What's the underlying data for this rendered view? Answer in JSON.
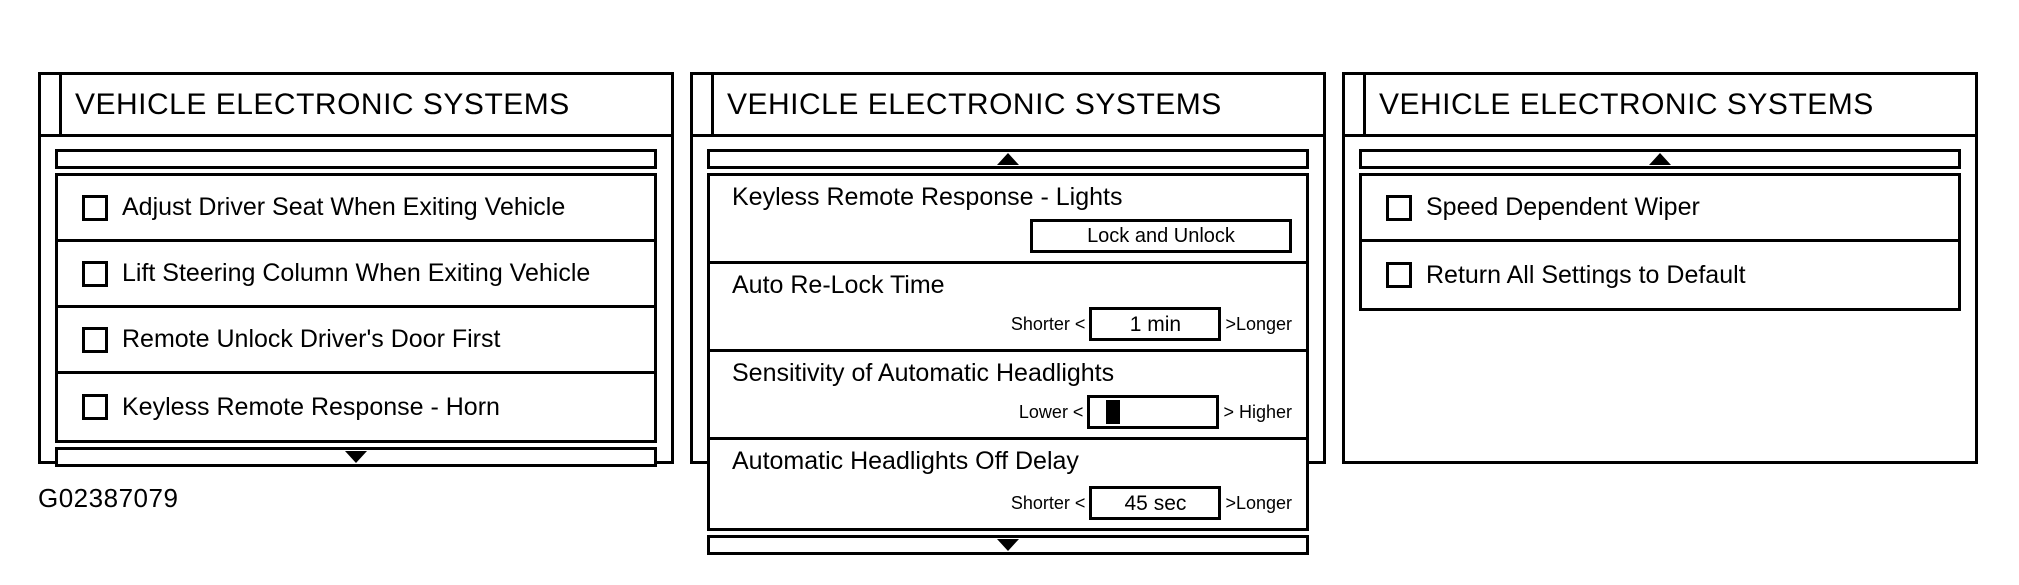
{
  "caption": "G02387079",
  "panels": [
    {
      "title": "VEHICLE ELECTRONIC SYSTEMS",
      "scroll_top": {
        "arrow": "none"
      },
      "scroll_bottom": {
        "arrow": "down-arrow"
      },
      "rows": [
        {
          "type": "checkbox",
          "label": "Adjust Driver Seat When Exiting Vehicle",
          "checked": false
        },
        {
          "type": "checkbox",
          "label": "Lift Steering Column When Exiting Vehicle",
          "checked": false
        },
        {
          "type": "checkbox",
          "label": "Remote Unlock Driver's Door First",
          "checked": false
        },
        {
          "type": "checkbox",
          "label": "Keyless Remote Response - Horn",
          "checked": false
        }
      ]
    },
    {
      "title": "VEHICLE ELECTRONIC SYSTEMS",
      "scroll_top": {
        "arrow": "up-arrow"
      },
      "scroll_bottom": {
        "arrow": "down-arrow"
      },
      "rows": [
        {
          "type": "value",
          "label": "Keyless Remote Response - Lights",
          "left_label": "",
          "value": "Lock and Unlock",
          "right_label": ""
        },
        {
          "type": "value",
          "label": "Auto Re-Lock Time",
          "left_label": "Shorter <",
          "value": "1 min",
          "right_label": ">Longer"
        },
        {
          "type": "slider",
          "label": "Sensitivity of Automatic Headlights",
          "left_label": "Lower <",
          "right_label": "> Higher",
          "position_percent": 12
        },
        {
          "type": "value",
          "label": "Automatic Headlights Off Delay",
          "left_label": "Shorter <",
          "value": "45 sec",
          "right_label": ">Longer"
        }
      ]
    },
    {
      "title": "VEHICLE ELECTRONIC SYSTEMS",
      "scroll_top": {
        "arrow": "up-arrow"
      },
      "scroll_bottom": {
        "arrow": "none"
      },
      "rows": [
        {
          "type": "checkbox",
          "label": "Speed Dependent Wiper",
          "checked": false
        },
        {
          "type": "checkbox",
          "label": "Return All Settings to Default",
          "checked": false
        }
      ]
    }
  ]
}
